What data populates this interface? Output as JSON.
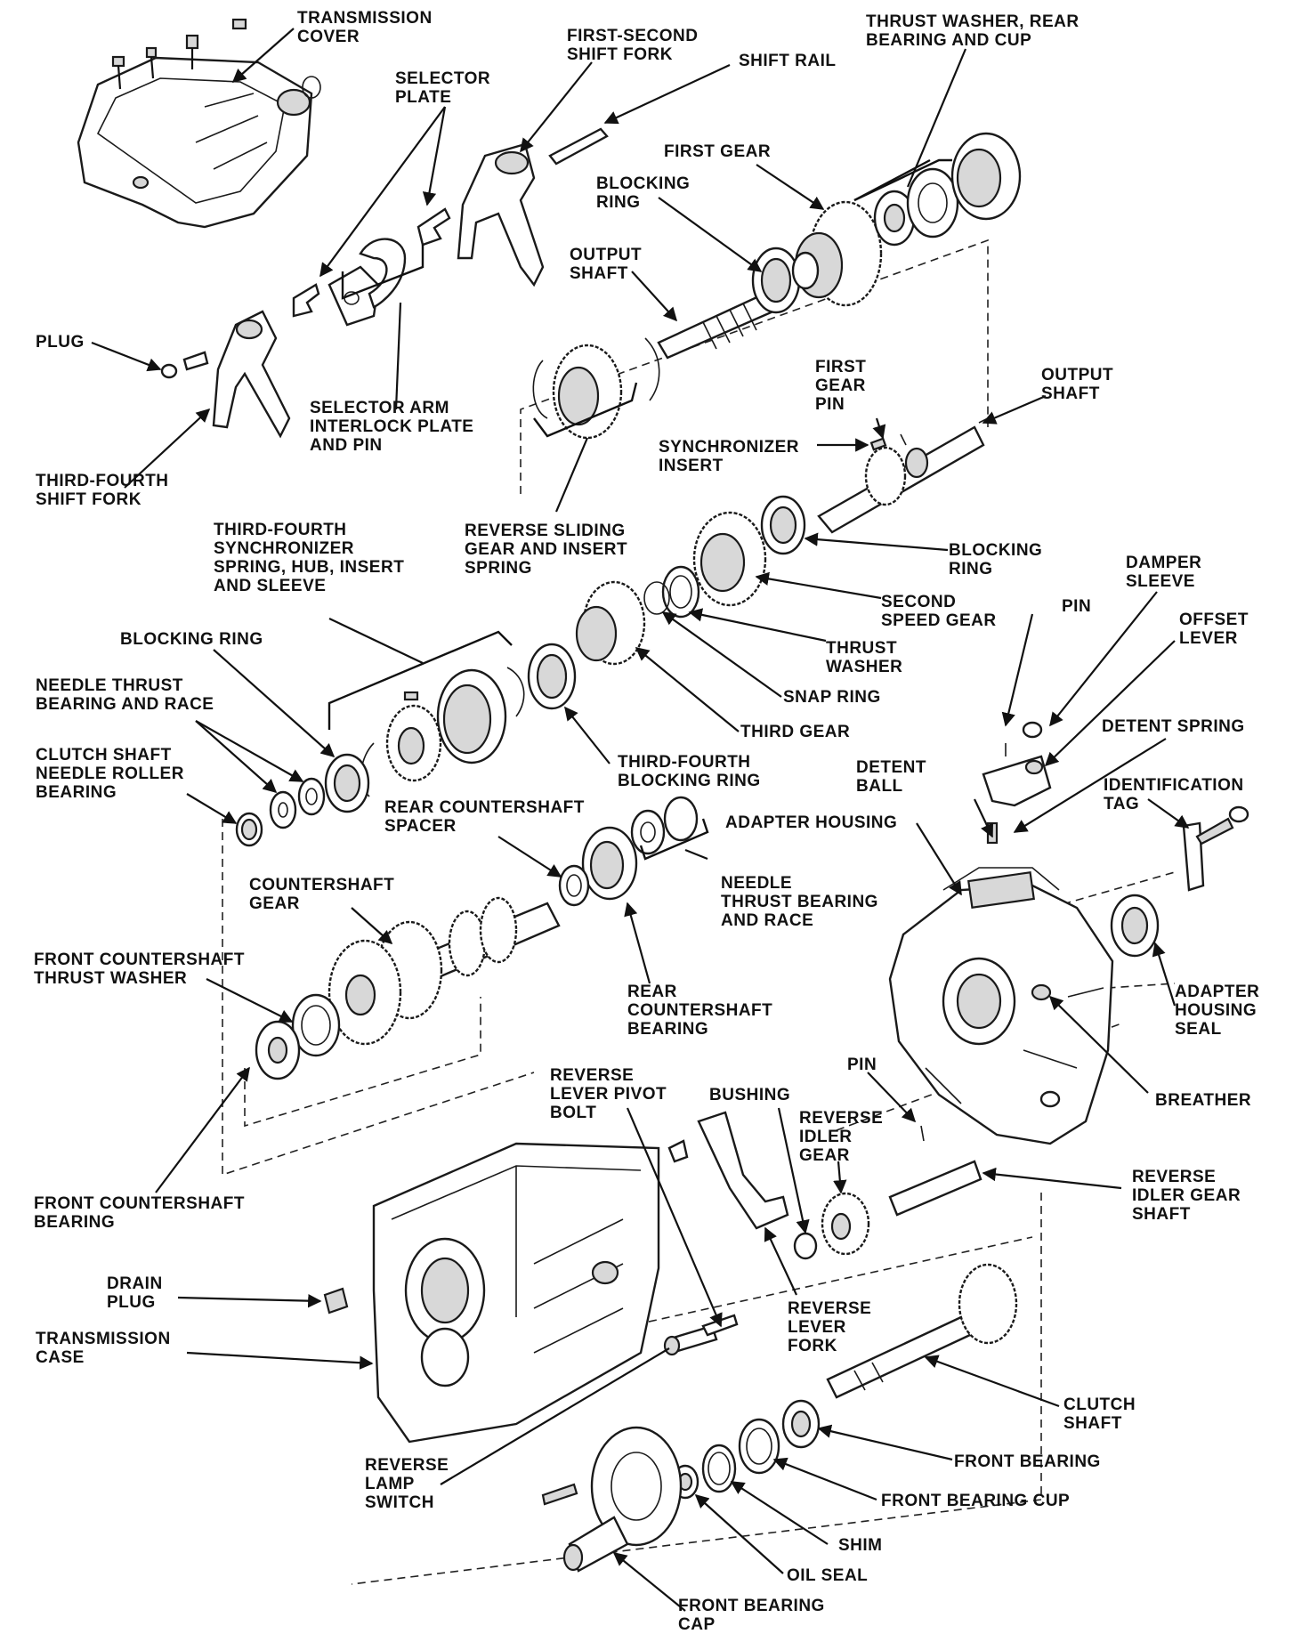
{
  "labels": {
    "transmission_cover": "TRANSMISSION\nCOVER",
    "first_second_shift_fork": "FIRST-SECOND\nSHIFT FORK",
    "shift_rail": "SHIFT RAIL",
    "thrust_washer_rear_bearing_cup": "THRUST WASHER, REAR\nBEARING AND CUP",
    "selector_plate": "SELECTOR\nPLATE",
    "first_gear": "FIRST GEAR",
    "blocking_ring_top": "BLOCKING\nRING",
    "output_shaft_top": "OUTPUT\nSHAFT",
    "plug": "PLUG",
    "selector_arm": "SELECTOR ARM\nINTERLOCK PLATE\nAND PIN",
    "third_fourth_shift_fork": "THIRD-FOURTH\nSHIFT FORK",
    "first_gear_pin": "FIRST\nGEAR\nPIN",
    "output_shaft_right": "OUTPUT\nSHAFT",
    "synchronizer_insert": "SYNCHRONIZER\nINSERT",
    "third_fourth_synchronizer": "THIRD-FOURTH\nSYNCHRONIZER\nSPRING, HUB, INSERT\nAND SLEEVE",
    "reverse_sliding_gear": "REVERSE SLIDING\nGEAR AND INSERT\nSPRING",
    "blocking_ring_right": "BLOCKING\nRING",
    "damper_sleeve": "DAMPER\nSLEEVE",
    "pin_top": "PIN",
    "offset_lever": "OFFSET\nLEVER",
    "second_speed_gear": "SECOND\nSPEED GEAR",
    "blocking_ring_left": "BLOCKING RING",
    "thrust_washer": "THRUST\nWASHER",
    "needle_thrust_bearing_race": "NEEDLE THRUST\nBEARING AND RACE",
    "snap_ring": "SNAP RING",
    "third_gear": "THIRD GEAR",
    "detent_spring": "DETENT SPRING",
    "clutch_shaft_needle_roller": "CLUTCH SHAFT\nNEEDLE ROLLER\nBEARING",
    "third_fourth_blocking_ring": "THIRD-FOURTH\nBLOCKING RING",
    "detent_ball": "DETENT\nBALL",
    "identification_tag": "IDENTIFICATION\nTAG",
    "rear_countershaft_spacer": "REAR COUNTERSHAFT\nSPACER",
    "adapter_housing": "ADAPTER HOUSING",
    "countershaft_gear": "COUNTERSHAFT\nGEAR",
    "needle_thrust_bearing_race_2": "NEEDLE\nTHRUST BEARING\nAND RACE",
    "front_countershaft_thrust_washer": "FRONT COUNTERSHAFT\nTHRUST WASHER",
    "rear_countershaft_bearing": "REAR\nCOUNTERSHAFT\nBEARING",
    "adapter_housing_seal": "ADAPTER\nHOUSING\nSEAL",
    "reverse_lever_pivot_bolt": "REVERSE\nLEVER PIVOT\nBOLT",
    "bushing": "BUSHING",
    "pin_mid": "PIN",
    "reverse_idler_gear": "REVERSE\nIDLER\nGEAR",
    "breather": "BREATHER",
    "front_countershaft_bearing": "FRONT COUNTERSHAFT\nBEARING",
    "reverse_idler_gear_shaft": "REVERSE\nIDLER GEAR\nSHAFT",
    "drain_plug": "DRAIN\nPLUG",
    "transmission_case": "TRANSMISSION\nCASE",
    "reverse_lever_fork": "REVERSE\nLEVER\nFORK",
    "clutch_shaft": "CLUTCH\nSHAFT",
    "front_bearing": "FRONT BEARING",
    "reverse_lamp_switch": "REVERSE\nLAMP\nSWITCH",
    "front_bearing_cup": "FRONT BEARING CUP",
    "shim": "SHIM",
    "oil_seal": "OIL SEAL",
    "front_bearing_cap": "FRONT BEARING\nCAP"
  }
}
